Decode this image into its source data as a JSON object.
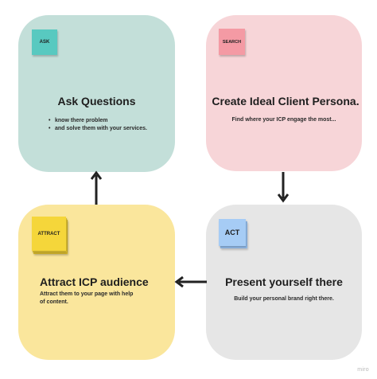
{
  "colors": {
    "ask_card": "#c3dfd9",
    "search_card": "#f7d5d8",
    "attract_card": "#fae69c",
    "act_card": "#e6e6e6",
    "ask_sticky": "#58c9c0",
    "search_sticky": "#f49aa4",
    "attract_sticky": "#f5d63a",
    "act_sticky": "#a6ccf5",
    "arrow": "#222222"
  },
  "cards": {
    "ask": {
      "sticky": "ASK",
      "title": "Ask Questions",
      "bullets": [
        "know there problem",
        "and solve them with your services."
      ]
    },
    "search": {
      "sticky": "SEARCH",
      "title": "Create Ideal Client Persona.",
      "subtitle": "Find where your ICP engage the most..."
    },
    "attract": {
      "sticky": "ATTRACT",
      "title": "Attract ICP audience",
      "subtitle": "Attract them to your page with help of content."
    },
    "act": {
      "sticky": "ACT",
      "title": "Present yourself there",
      "subtitle": "Build your personal brand right there."
    }
  },
  "arrows": [
    {
      "from": "search",
      "to": "act",
      "icon": "arrow-down-icon"
    },
    {
      "from": "act",
      "to": "attract",
      "icon": "arrow-left-icon"
    },
    {
      "from": "attract",
      "to": "ask",
      "icon": "arrow-up-icon"
    }
  ],
  "watermark": "miro"
}
